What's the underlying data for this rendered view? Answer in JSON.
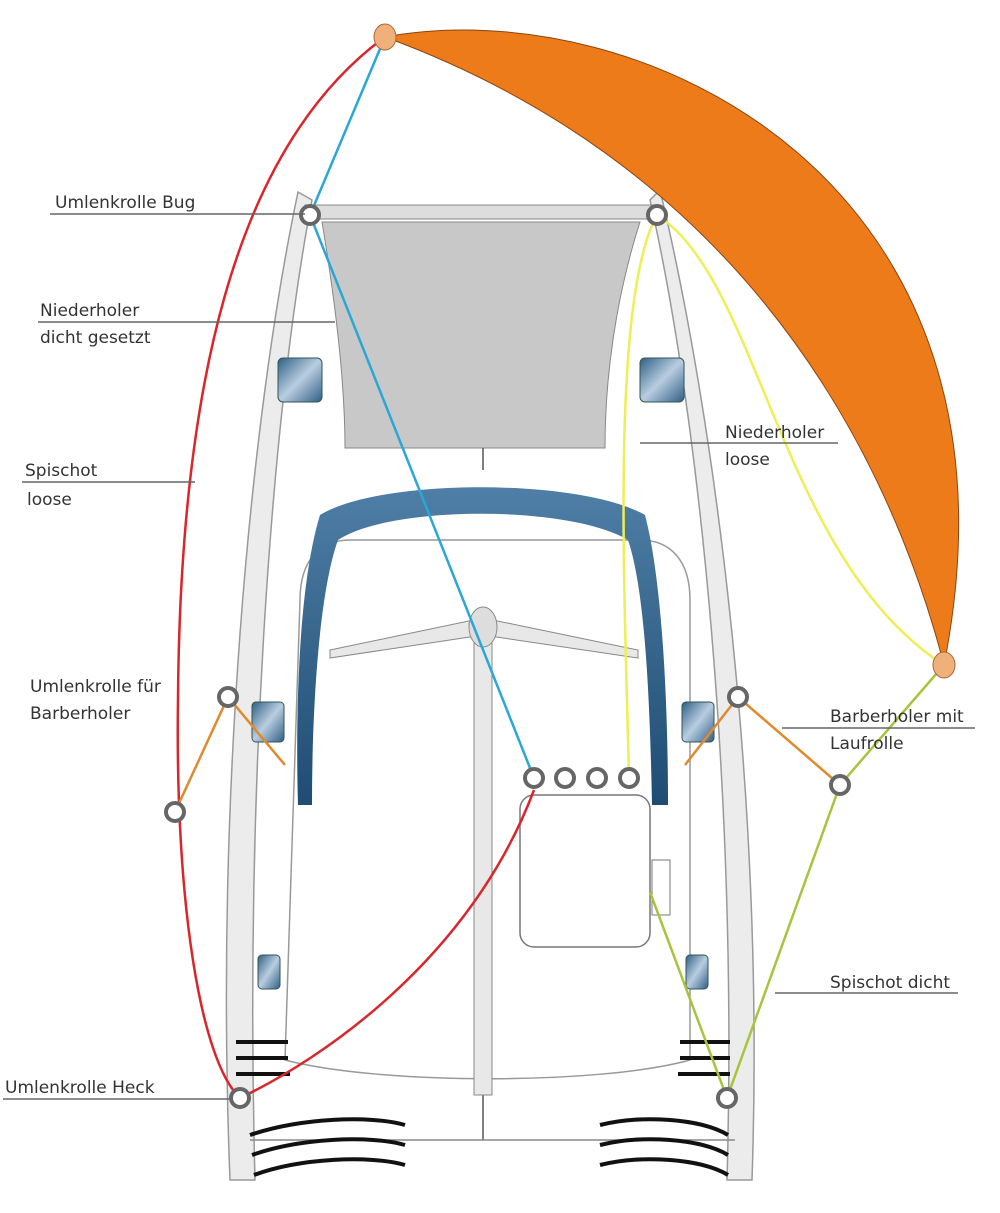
{
  "labels": {
    "umlenkrolle_bug": "Umlenkrolle Bug",
    "niederholer_dicht_1": "Niederholer",
    "niederholer_dicht_2": "dicht gesetzt",
    "spischot_loose_1": "Spischot",
    "spischot_loose_2": "loose",
    "umlenkrolle_barber_1": "Umlenkrolle für",
    "umlenkrolle_barber_2": "Barberholer",
    "niederholer_loose_1": "Niederholer",
    "niederholer_loose_2": "loose",
    "barberholer_1": "Barberholer mit",
    "barberholer_2": "Laufrolle",
    "spischot_dicht": "Spischot dicht",
    "umlenkrolle_heck": "Umlenkrolle Heck"
  },
  "colors": {
    "spinnaker": "#ee7b1a",
    "spinnaker_corner": "#f0b07a",
    "spischot_loose": "#d9262c",
    "niederholer_dicht": "#29a7d6",
    "niederholer_loose": "#eeee55",
    "spischot_dicht": "#a8c43c",
    "barberholer": "#e08a2e",
    "cabin": "#2f5f85"
  }
}
